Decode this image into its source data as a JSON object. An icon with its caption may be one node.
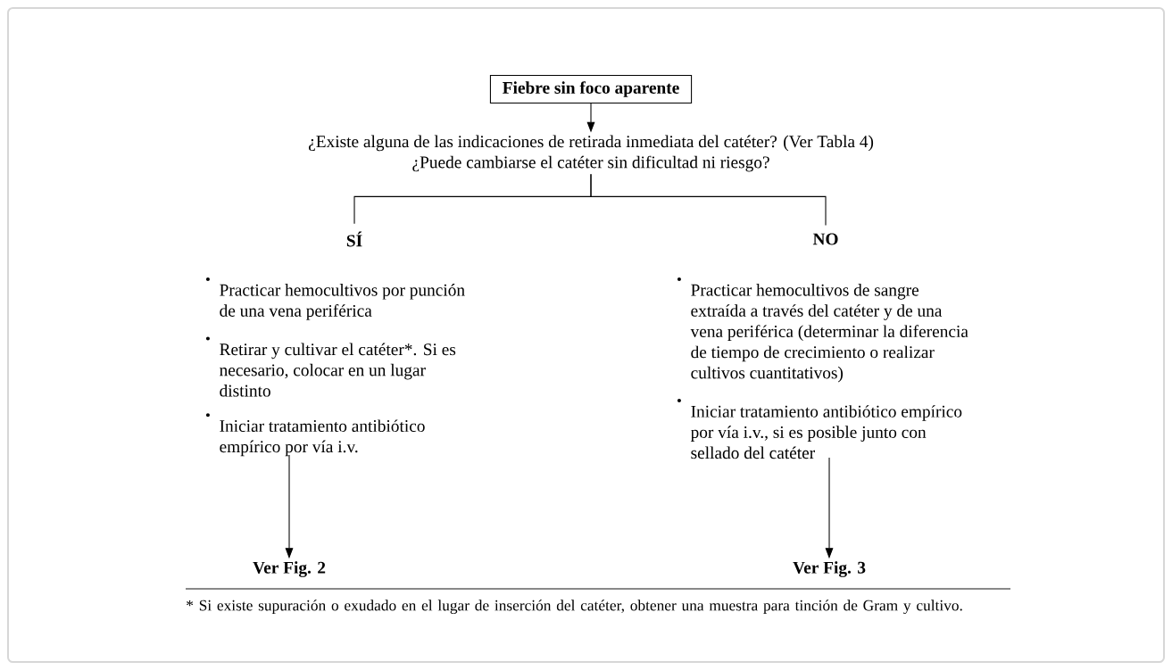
{
  "diagram": {
    "nodes": [
      {
        "text": [
          "Fiebre sin foco aparente"
        ]
      },
      {
        "text": [
          "¿Existe alguna de las indicaciones de retirada inmediata del catéter? (Ver Tabla 4)",
          "¿Puede cambiarse el catéter sin dificultad ni riesgo?"
        ]
      },
      {
        "text": [
          "SÍ"
        ]
      },
      {
        "text": [
          "NO"
        ]
      },
      {
        "text": [
          "Practicar hemocultivos por punción de una vena periférica",
          "Retirar y cultivar el catéter*. Si es necesario, colocar en un lugar distinto",
          "Iniciar tratamiento antibiótico empírico por vía i.v."
        ]
      },
      {
        "text": [
          "Practicar hemocultivos de sangre extraída a través del catéter y de una vena periférica (determinar la diferencia de tiempo de crecimiento o realizar cultivos cuantitativos)",
          "Iniciar tratamiento antibiótico empírico por vía i.v., si es posible junto con sellado del catéter"
        ]
      },
      {
        "text": [
          "Ver Fig. 2"
        ]
      },
      {
        "text": [
          "Ver Fig. 3"
        ]
      }
    ],
    "edges": [
      {
        "from": 0,
        "to": 1,
        "arrow": "to"
      },
      {
        "from": 1,
        "to": 2,
        "arrow": "none"
      },
      {
        "from": 1,
        "to": 3,
        "arrow": "none"
      },
      {
        "from": 4,
        "to": 6,
        "arrow": "to"
      },
      {
        "from": 5,
        "to": 7,
        "arrow": "to"
      }
    ],
    "labels": [
      "* Si existe supuración o exudado en el lugar de inserción del catéter, obtener una muestra para tinción de Gram y cultivo."
    ]
  }
}
